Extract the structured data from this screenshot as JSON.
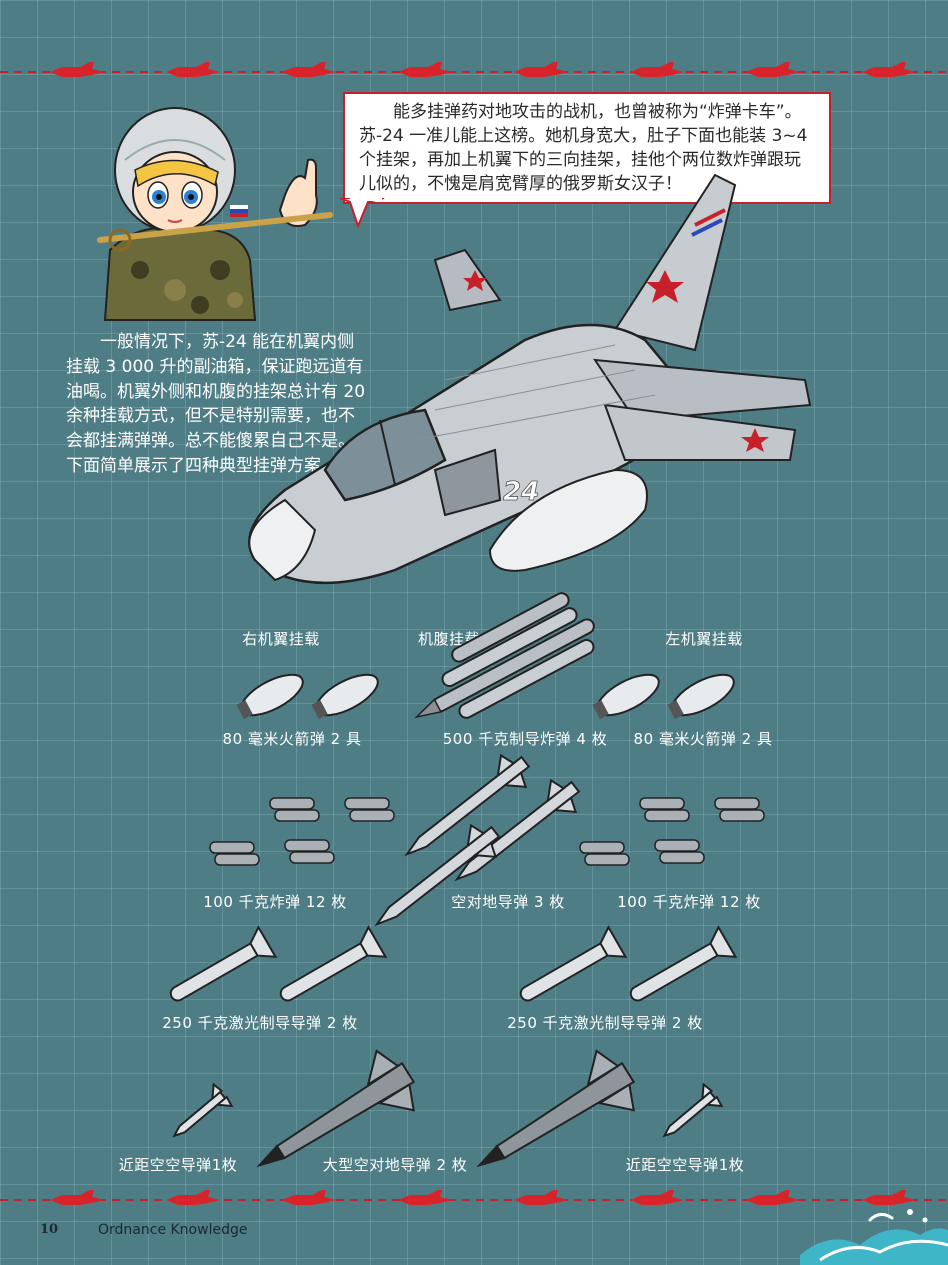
{
  "speech_bubble": {
    "text": "能多挂弹药对地攻击的战机，也曾被称为“炸弹卡车”。苏-24 一准儿能上这榜。她机身宽大，肚子下面也能装 3~4 个挂架，再加上机翼下的三向挂架，挂他个两位数炸弹跟玩儿似的，不愧是肩宽臂厚的俄罗斯女汉子！"
  },
  "intro": {
    "text": "一般情况下，苏-24 能在机翼内侧挂载 3 000 升的副油箱，保证跑远道有油喝。机翼外侧和机腹的挂架总计有 20 余种挂载方式，但不是特别需要，也不会都挂满弹弹。总不能傻累自己不是。下面简单展示了四种典型挂弹方案。"
  },
  "aircraft": {
    "tail_number": "24"
  },
  "headers": {
    "right_wing": "右机翼挂载",
    "belly": "机腹挂载",
    "left_wing": "左机翼挂载"
  },
  "loadouts": {
    "rockets_right": "80 毫米火箭弹 2 具",
    "gbomb_500": "500 千克制导炸弹 4 枚",
    "rockets_left": "80 毫米火箭弹 2 具",
    "bombs_100_right": "100 千克炸弹 12 枚",
    "asm_3": "空对地导弹 3 枚",
    "bombs_100_left": "100 千克炸弹 12 枚",
    "laser_250_right": "250 千克激光制导导弹 2 枚",
    "laser_250_left": "250 千克激光制导导弹 2 枚",
    "aam_short_right": "近距空空导弹1枚",
    "asm_large": "大型空对地导弹 2 枚",
    "aam_short_left": "近距空空导弹1枚"
  },
  "footer": {
    "page_number": "10",
    "magazine": "Ordnance Knowledge"
  },
  "colors": {
    "background": "#4e7d86",
    "accent_red": "#c8202a",
    "text_white": "#ffffff"
  }
}
